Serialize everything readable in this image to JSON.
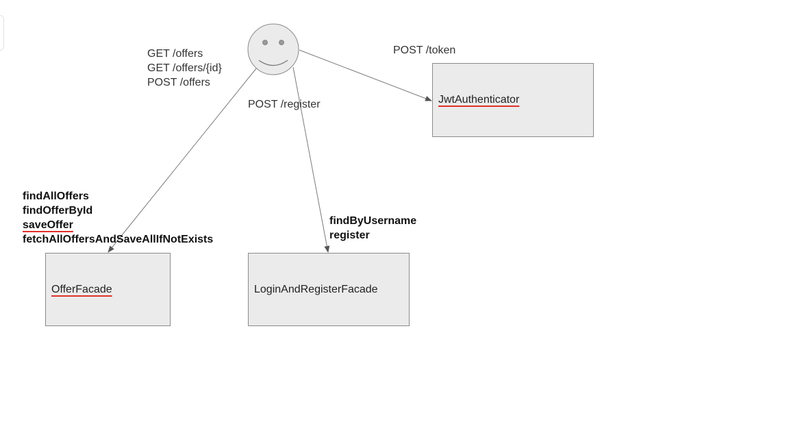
{
  "actor": {
    "icon": "smiley-face-icon"
  },
  "edges": {
    "offers": [
      "GET /offers",
      "GET /offers/{id}",
      "POST /offers"
    ],
    "register": "POST /register",
    "token": "POST /token"
  },
  "offer_methods": [
    "findAllOffers",
    "findOfferById",
    "saveOffer",
    "fetchAllOffersAndSaveAllIfNotExists"
  ],
  "login_methods": [
    "findByUsername",
    "register"
  ],
  "boxes": {
    "offer_facade": "OfferFacade",
    "login_facade": "LoginAndRegisterFacade",
    "jwt_authenticator": "JwtAuthenticator"
  },
  "colors": {
    "box_fill": "#ebebeb",
    "box_border": "#8a8a8a",
    "line": "#7a7a7a",
    "spellcheck_underline": "#e0302a"
  }
}
